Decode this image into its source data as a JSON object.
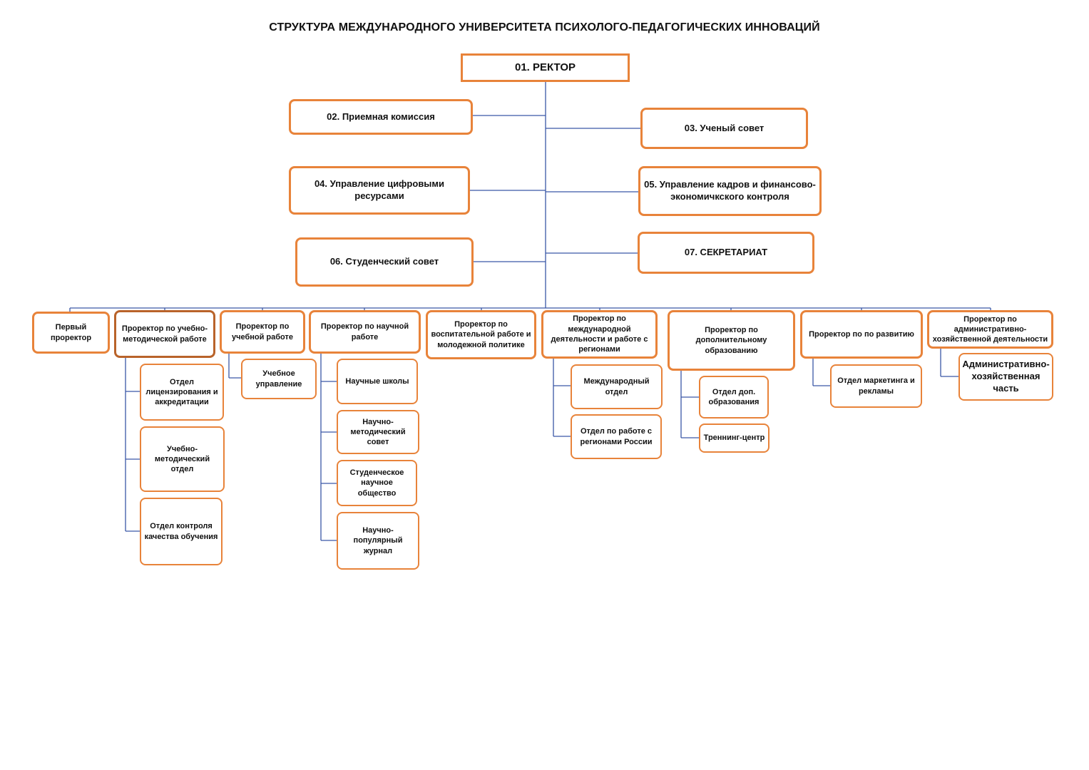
{
  "title": "СТРУКТУРА МЕЖДУНАРОДНОГО УНИВЕРСИТЕТА ПСИХОЛОГО-ПЕДАГОГИЧЕСКИХ ИННОВАЦИЙ",
  "colors": {
    "box_border": "#e8833a",
    "box_border_dark": "#b9632a",
    "connector": "#3a57a6"
  },
  "rector": "01. РЕКТОР",
  "units": {
    "admissions": "02. Приемная комиссия",
    "academic_council": "03. Ученый совет",
    "digital_resources": "04. Управление цифровыми ресурсами",
    "hr_finance": "05. Управление кадров и финансово-экономичкского контроля",
    "student_council": "06. Студенческий совет",
    "secretariat": "07. СЕКРЕТАРИАТ"
  },
  "vice_rectors": [
    {
      "label": "Первый проректор",
      "departments": []
    },
    {
      "label": "Проректор по учебно-методической работе",
      "departments": [
        "Отдел лицензирования и аккредитации",
        "Учебно-методический отдел",
        "Отдел контроля качества обучения"
      ]
    },
    {
      "label": "Проректор по учебной работе",
      "departments": [
        "Учебное управление"
      ]
    },
    {
      "label": "Проректор по научной работе",
      "departments": [
        "Научные школы",
        "Научно-методический совет",
        "Студенческое научное общество",
        "Научно-популярный журнал"
      ]
    },
    {
      "label": "Проректор по воспитательной работе и молодежной политике",
      "departments": []
    },
    {
      "label": "Проректор по международной деятельности и работе с регионами",
      "departments": [
        "Международный отдел",
        "Отдел по работе с регионами России"
      ]
    },
    {
      "label": "Проректор по дополнительному образованию",
      "departments": [
        "Отдел доп. образования",
        "Треннинг-центр"
      ]
    },
    {
      "label": "Проректор по по развитию",
      "departments": [
        "Отдел маркетинга и рекламы"
      ]
    },
    {
      "label": "Проректор по административно-хозяйственной деятельности",
      "departments": [
        "Административно-хозяйственная часть"
      ]
    }
  ]
}
